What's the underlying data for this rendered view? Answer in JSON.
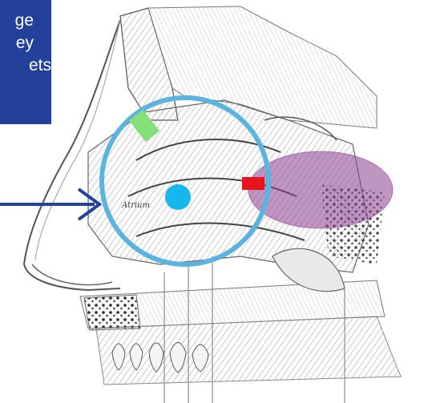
{
  "callout": {
    "line1": "ge",
    "line2": "ey",
    "line3": "ets"
  },
  "diagram_label": "Atrium",
  "colors": {
    "callout_bg": "#23419a",
    "callout_text": "#ffffff",
    "arrow": "#23419a",
    "focus_circle": "#5bb4e0",
    "center_dot": "#16b6ee",
    "green_marker": "#86e07a",
    "red_marker": "#e8141c",
    "purple_region": "#8a3f8f"
  },
  "icons": [
    "arrow-right-icon"
  ]
}
